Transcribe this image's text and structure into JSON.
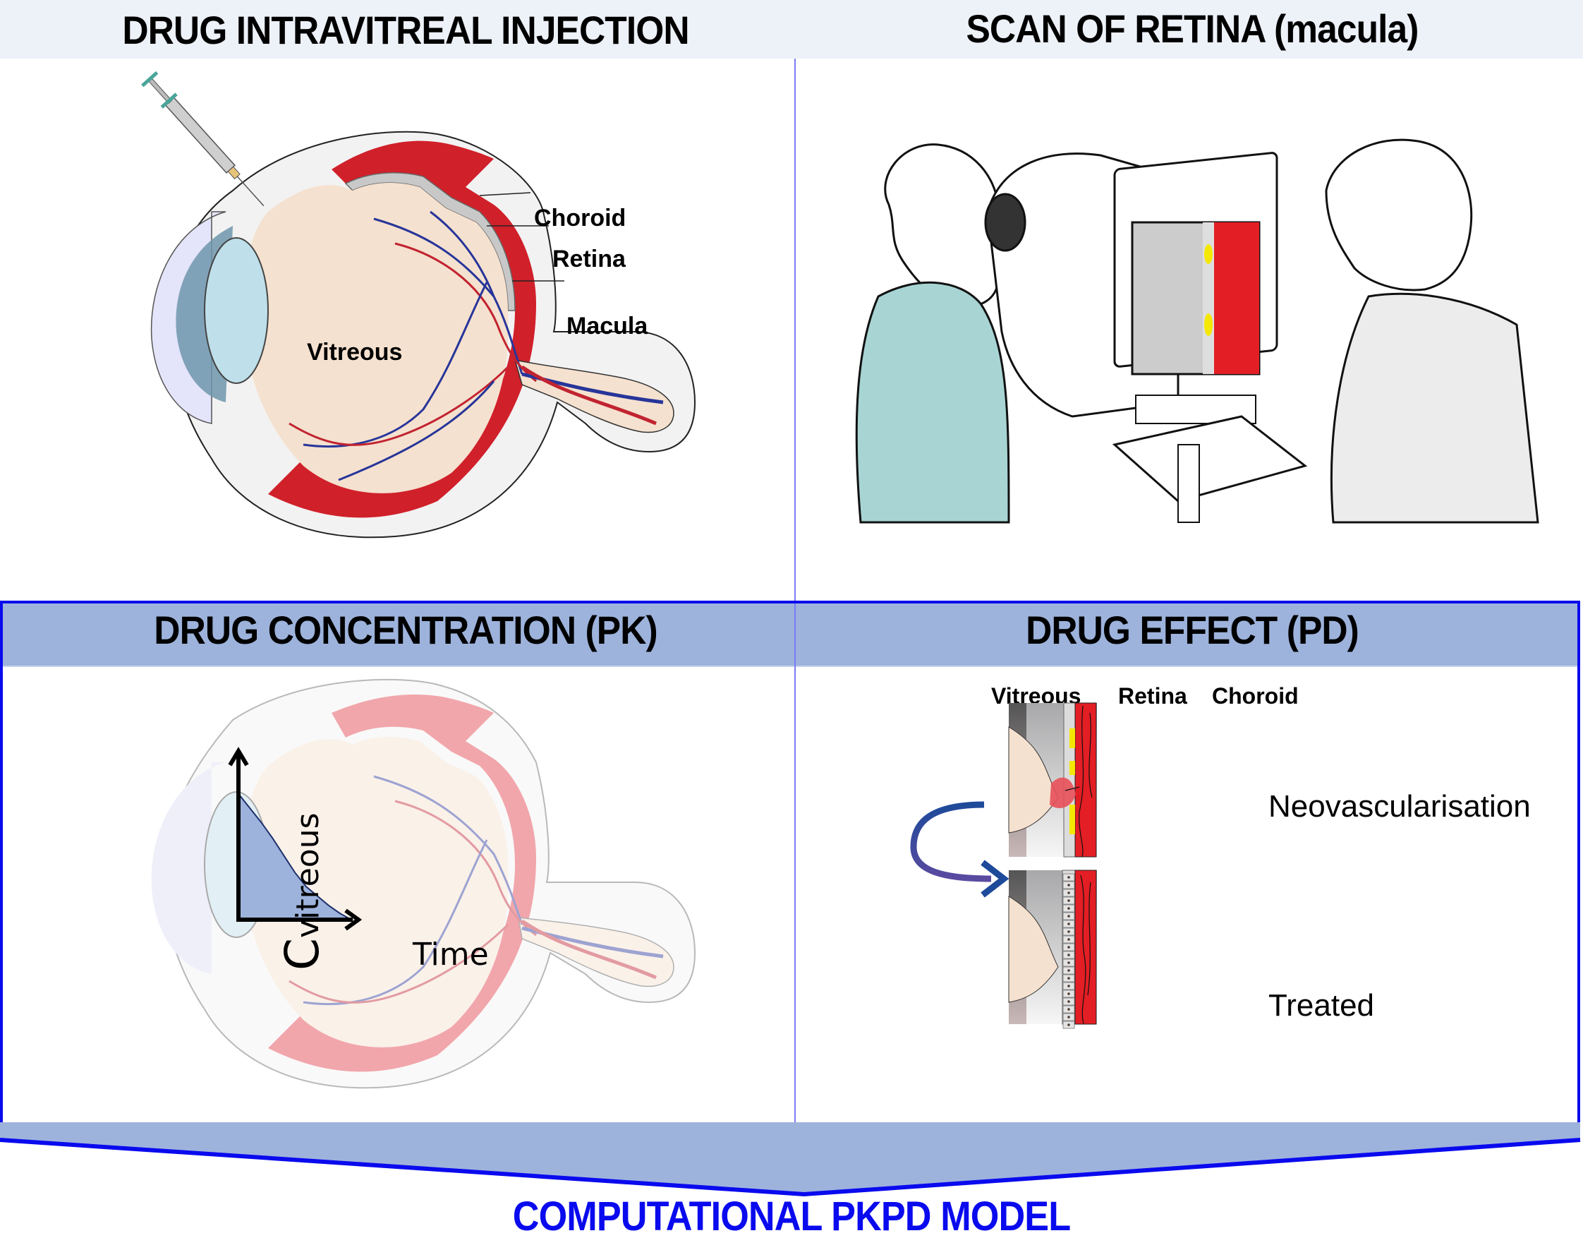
{
  "figure": {
    "top_left": {
      "title": "DRUG INTRAVITREAL INJECTION",
      "labels": {
        "choroid": "Choroid",
        "retina": "Retina",
        "macula": "Macula",
        "vitreous": "Vitreous"
      },
      "icons": [
        "syringe-icon",
        "eye-cross-section-icon"
      ]
    },
    "top_right": {
      "title": "SCAN OF RETINA (macula)",
      "icons": [
        "patient-illustration",
        "oct-scanner-illustration",
        "operator-illustration"
      ]
    },
    "bottom_left": {
      "title": "DRUG CONCENTRATION (PK)",
      "graph": {
        "y_axis_label_main": "C",
        "y_axis_label_sub": "vitreous",
        "x_axis_label": "Time"
      }
    },
    "bottom_right": {
      "title": "DRUG EFFECT (PD)",
      "column_labels": [
        "Vitreous",
        "Retina",
        "Choroid"
      ],
      "states": {
        "before": "Neovascularisation",
        "after": "Treated"
      }
    },
    "footer": {
      "title": "COMPUTATIONAL PKPD MODEL"
    },
    "colors": {
      "title_band": "#edf1f8",
      "pkpd_header": "#9db3dc",
      "frame_blue": "#0a0aee",
      "divider": "#7b7bf5",
      "choroid_red": "#e31e24",
      "vitreous_beige": "#f5e1cf",
      "curve_fill": "#9db3dc",
      "arrow_blue": "#2a4aa0"
    }
  },
  "chart_data": {
    "type": "area",
    "title": "DRUG CONCENTRATION (PK)",
    "xlabel": "Time",
    "ylabel": "C_vitreous",
    "x": [
      0,
      0.1,
      0.2,
      0.3,
      0.4,
      0.5,
      0.6,
      0.7,
      0.8,
      0.9,
      1.0
    ],
    "series": [
      {
        "name": "C_vitreous",
        "values": [
          0.8,
          0.71,
          0.62,
          0.52,
          0.41,
          0.3,
          0.21,
          0.15,
          0.09,
          0.04,
          0.0
        ]
      }
    ],
    "xlim": [
      0,
      1
    ],
    "ylim": [
      0,
      1
    ],
    "grid": false,
    "ticks": "none"
  }
}
